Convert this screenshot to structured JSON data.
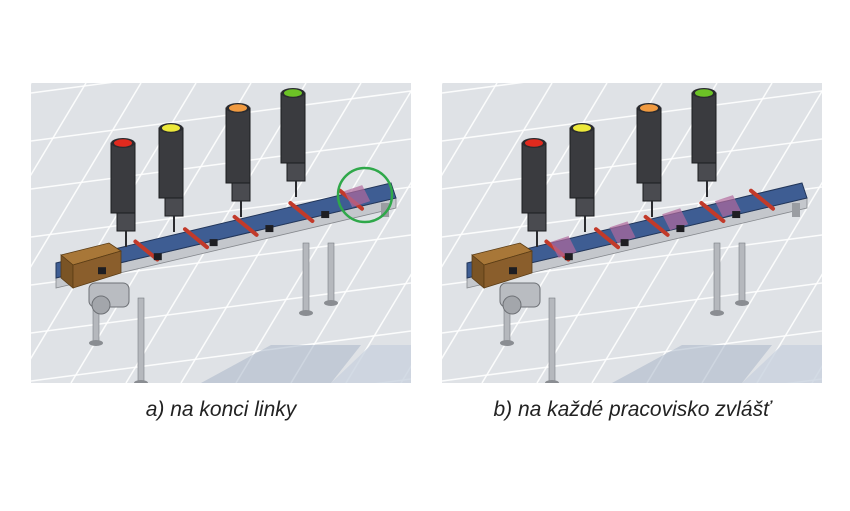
{
  "panels": [
    {
      "id": "a",
      "caption": "a) na konci linky",
      "highlight": "end-of-line-sensor"
    },
    {
      "id": "b",
      "caption": "b) na každé pracovisko zvlášť",
      "highlight": "per-workstation-sensors"
    }
  ],
  "colors": {
    "lamp_red": "#e02a1e",
    "lamp_yellow": "#ece83a",
    "lamp_orange": "#f09a40",
    "lamp_green": "#6cc226",
    "belt": "#3e5d93",
    "highlight_circle": "#2fa84a",
    "sensor_beam": "#b06a9c",
    "box": "#8a5e2c"
  }
}
